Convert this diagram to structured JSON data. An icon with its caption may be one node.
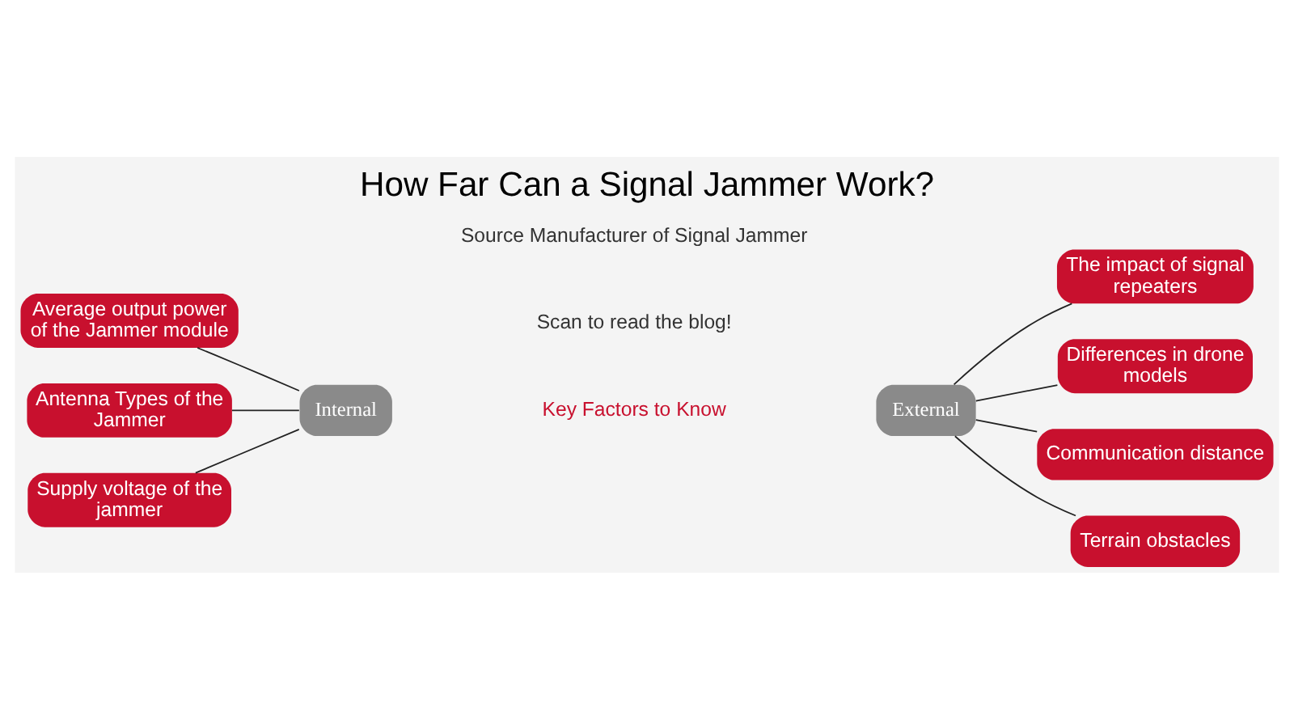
{
  "diagram": {
    "title": "How Far Can a Signal Jammer Work?",
    "nodes": [
      {
        "text": [
          "Internal"
        ]
      },
      {
        "text": [
          "External"
        ]
      },
      {
        "text": [
          "Average output power of the Jammer module"
        ]
      },
      {
        "text": [
          "Antenna Types of the Jammer"
        ]
      },
      {
        "text": [
          "Supply voltage of the jammer"
        ]
      },
      {
        "text": [
          "The impact of signal repeaters"
        ]
      },
      {
        "text": [
          "Differences in drone models"
        ]
      },
      {
        "text": [
          "Communication distance"
        ]
      },
      {
        "text": [
          "Terrain obstacles"
        ]
      }
    ],
    "edges": [
      {
        "from": 0,
        "to": 2,
        "arrow": "none"
      },
      {
        "from": 0,
        "to": 3,
        "arrow": "none"
      },
      {
        "from": 0,
        "to": 4,
        "arrow": "none"
      },
      {
        "from": 1,
        "to": 5,
        "arrow": "none"
      },
      {
        "from": 1,
        "to": 6,
        "arrow": "none"
      },
      {
        "from": 1,
        "to": 7,
        "arrow": "none"
      },
      {
        "from": 1,
        "to": 8,
        "arrow": "none"
      }
    ],
    "labels": [
      "Key Factors to Know",
      "Scan to read the blog!",
      "Source Manufacturer of Signal Jammer"
    ]
  }
}
